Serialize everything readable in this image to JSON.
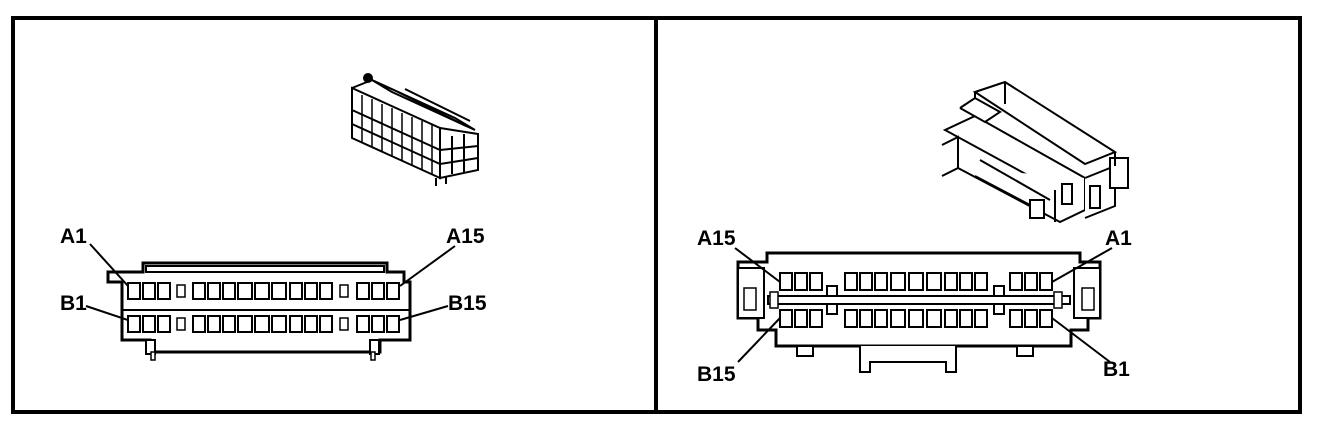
{
  "panels": [
    {
      "name": "left",
      "labels": {
        "top_left": "A1",
        "top_right": "A15",
        "bottom_left": "B1",
        "bottom_right": "B15"
      }
    },
    {
      "name": "right",
      "labels": {
        "top_left": "A15",
        "top_right": "A1",
        "bottom_left": "B15",
        "bottom_right": "B1"
      }
    }
  ],
  "colors": {
    "line": "#000000",
    "background": "#ffffff"
  }
}
